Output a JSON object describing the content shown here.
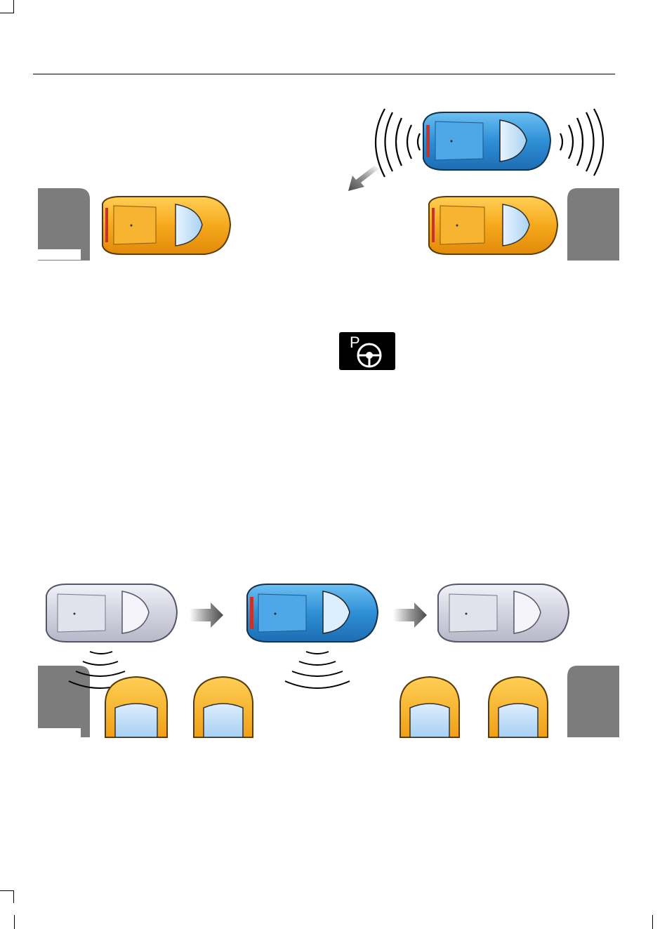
{
  "page": {
    "background": "#ffffff",
    "rule_color": "#000000"
  },
  "icons": {
    "park_assist": {
      "name": "park-assist-steering-wheel-icon",
      "letter": "P"
    }
  },
  "colors": {
    "parked_car": "#f3a51a",
    "active_car": "#2f8fd6",
    "scanning_car": "#d3d3e0",
    "kerb": "#7c7c7c",
    "arrow": "#555555"
  },
  "figures": {
    "parallel_parking": {
      "name": "parallel-parking-illustration"
    },
    "space_scanning": {
      "name": "parking-space-scanning-illustration"
    }
  }
}
